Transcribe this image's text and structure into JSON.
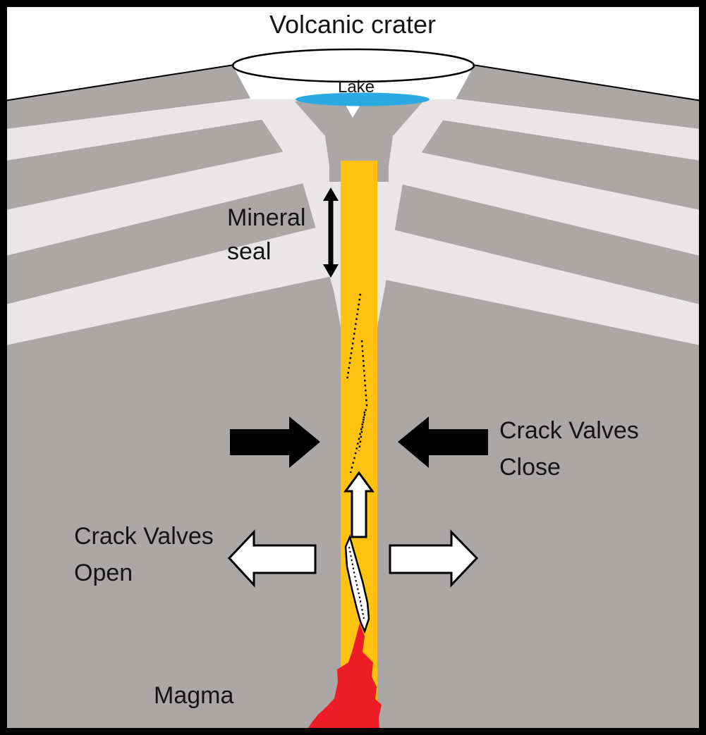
{
  "title": "Volcanic crater",
  "labels": {
    "lake": "Lake",
    "mineral_seal": {
      "line1": "Mineral",
      "line2": "seal"
    },
    "crack_valves_close": {
      "line1": "Crack Valves",
      "line2": "Close"
    },
    "crack_valves_open": {
      "line1": "Crack Valves",
      "line2": "Open"
    },
    "magma": "Magma"
  },
  "colors": {
    "sky_white": "#FFFFFF",
    "rock_dark": "#ABA7A7",
    "rock_light": "#E9E6E7",
    "conduit_yellow": "#FFC20E",
    "lake_blue": "#29ABE2",
    "magma_red": "#EE1C25",
    "outline_black": "#000000",
    "crater_white": "#FFFFFF"
  }
}
